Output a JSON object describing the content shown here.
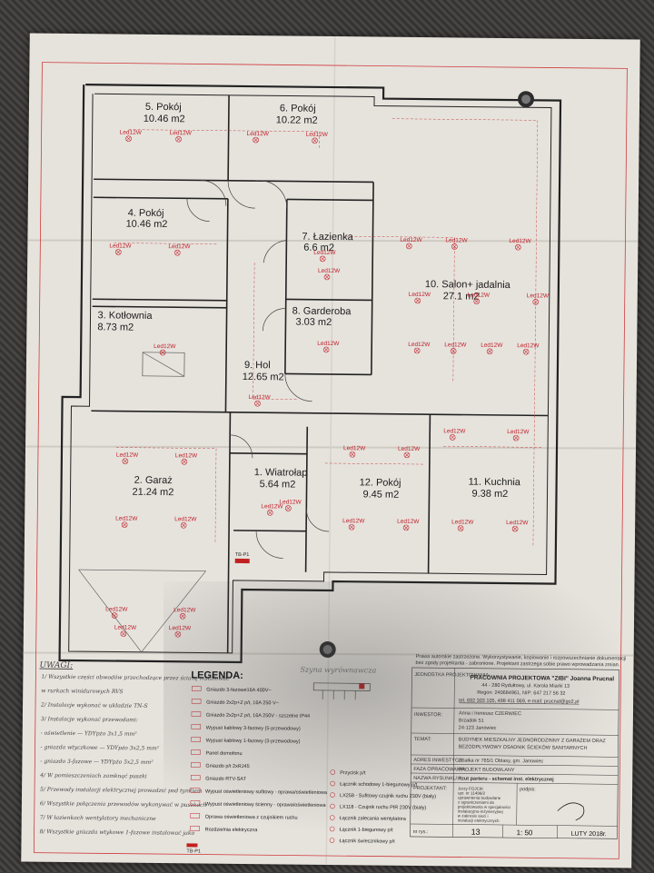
{
  "rooms": [
    {
      "id": "r1",
      "name": "1. Wiatrołap",
      "area": "5.64 m2"
    },
    {
      "id": "r2",
      "name": "2. Garaż",
      "area": "21.24 m2"
    },
    {
      "id": "r3",
      "name": "3. Kotłownia",
      "area": "8.73 m2"
    },
    {
      "id": "r4",
      "name": "4. Pokój",
      "area": "10.46 m2"
    },
    {
      "id": "r5",
      "name": "5. Pokój",
      "area": "10.46 m2"
    },
    {
      "id": "r6",
      "name": "6. Pokój",
      "area": "10.22 m2"
    },
    {
      "id": "r7",
      "name": "7. Łazienka",
      "area": "6.6 m2"
    },
    {
      "id": "r8",
      "name": "8. Garderoba",
      "area": "3.03 m2"
    },
    {
      "id": "r9",
      "name": "9. Hol",
      "area": "12.65 m2"
    },
    {
      "id": "r10",
      "name": "10. Salon+ jadalnia",
      "area": "27.1 m2"
    },
    {
      "id": "r11",
      "name": "11. Kuchnia",
      "area": "9.38 m2"
    },
    {
      "id": "r12",
      "name": "12. Pokój",
      "area": "9.45 m2"
    }
  ],
  "lamp_label": "Led12W",
  "tag_tb": "TB-P1",
  "legend": {
    "title": "LEGENDA:",
    "items_left": [
      "Gniazdo 3-fazowe16A 400V~",
      "Gniazdo 2x2p+Z p/t, 16A 250 V~",
      "Gniazdo 2x2p+Z p/t, 16A 250V - szczelne IP44",
      "Wypust kablowy 3-fazowy (5-przewodowy)",
      "Wypust kablowy 1-fazowy (3-przewodowy)",
      "Panel domofonu",
      "Gniazdo p/t 2xRJ45",
      "Gniazdo RTV-SAT",
      "Wypust oświetleniowy sufitowy - oprawa/oświetleniowa",
      "Wypust oświetleniowy ścienny - oprawa/oświetleniowa",
      "Oprawa oświetleniowa z czujnikiem ruchu",
      "Rozdzielnia elektryczna"
    ],
    "items_right": [
      "Przycisk p/t",
      "Łącznik schodowy 1-biegunowy p/t",
      "LX258 - Sufitowy czujnik ruchu 230V (biały)",
      "LX118 - Czujnik ruchu PIR 230V (biały)",
      "Łącznik zalecania wentylatora",
      "Łącznik 1-biegunowy p/t",
      "Łącznik świecznikowy p/t"
    ],
    "tb_label": "TB-P1"
  },
  "notes": {
    "title": "UWAGI:",
    "lines": [
      "1/ Wszystkie części obwodów przechodzące przez ścianę instalować",
      "w rurkach winidurowych RVS",
      "2/ Instalacje wykonać w układzie TN-S",
      "3/ Instalacje wykonać przewodami:",
      "- oświetlenie — YDYpżo 3x1,5 mm²",
      "- gniazda wtyczkowe — YDYpżo 3x2,5 mm²",
      "- gniazdo 3-fazowe — YDYpżo 5x2,5 mm²",
      "4/ W pomieszczeniach zamknąć puszki",
      "5/ Przewody instalacji elektrycznej prowadzić pod tynkiem",
      "6/ Wszystkie połączenia przewodów wykonywać w puszkach",
      "7/ W łazienkach wentylatory mechaniczne",
      "8/ Wszystkie gniazda wtykowe 1-fazowe instalować jako"
    ]
  },
  "level_note": "Szyna wyrównawcza",
  "title_block": {
    "note1": "Prawa autorskie zastrzeżone. Wykorzystywanie, kopiowanie i rozpowszechnianie dokumentacji",
    "note2": "bez zgody projektanta - zabronione. Projektant zastrzega sobie prawo wprowadzania zmian.",
    "unit_label": "JEDNOSTKA PROJEKTOWANIA:",
    "unit": [
      "PRACOWNIA PROJEKTOWA \"ZIBI\" Joanna Prucnal",
      "44 - 280 Rydułtowy, ul. Karola Miarki 13",
      "Regon: 240684961, NIP: 647 217 56 32",
      "tel. 692 303 105, 498 411 069, e-mail: prucnal@go2.pl"
    ],
    "investor_label": "INWESTOR:",
    "investor": [
      "Anna i Ireneusz CZERWIEC",
      "Brzadok 51",
      "24-123 Janowiec"
    ],
    "subject_label": "TEMAT:",
    "subject": [
      "BUDYNEK MIESZKALNY JEDNORODZINNY Z GARAŻEM ORAZ",
      "BEZODPŁYWOWY OSADNIK ŚCIEKÓW SANITARNYCH"
    ],
    "address_label": "ADRES INWESTYCJI:",
    "address": "działka nr 765/1 Oblasy, gm. Janowiec",
    "phase_label": "FAZA OPRACOWANIA:",
    "phase": "PROJEKT BUDOWLANY",
    "drawing_label": "NAZWA RYSUNKU:",
    "drawing": "Rzut parteru - schemat inst. elektrycznej",
    "designer_label": "PROJEKTANT:",
    "designer": [
      "Jerzy FOJCIK",
      "upr. nr 11496/2",
      "uprawnienia budowlane",
      "z ograniczeniami do",
      "projektowania w specjalności",
      "instalacyjno-inżynieryjnej",
      "w zakresie sieci i",
      "instalacji elektrycznych"
    ],
    "sign_label": "podpis:",
    "drawing_no_label": "nr rys.:",
    "drawing_no": "13",
    "scale": "1: 50",
    "date": "LUTY 2018r."
  }
}
